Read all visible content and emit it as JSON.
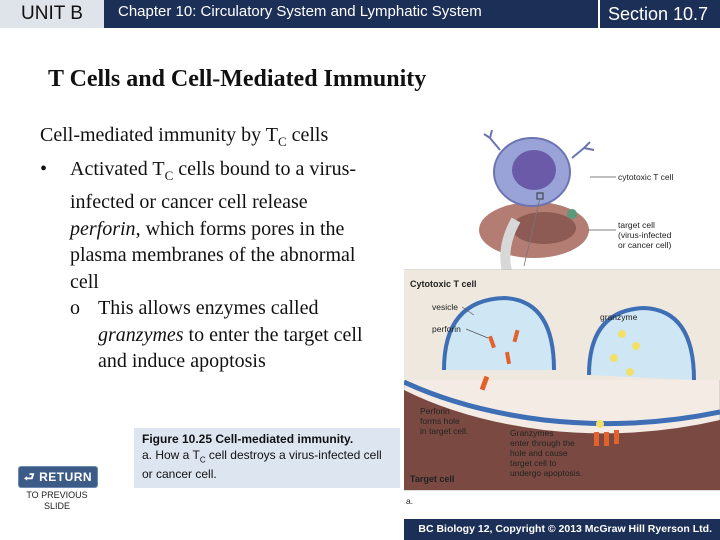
{
  "header": {
    "unit": "UNIT B",
    "chapter": "Chapter 10: Circulatory System and Lymphatic System",
    "section": "Section 10.7"
  },
  "slide": {
    "title": "T Cells and Cell-Mediated Immunity",
    "lead": {
      "text": "Cell-mediated immunity by T",
      "sub": "C",
      "after": " cells"
    },
    "bullet1": {
      "marker": "•",
      "pre": "Activated T",
      "sub": "C",
      "mid": " cells bound to a virus-infected or cancer cell release ",
      "italic": "perforin",
      "post": ", which forms pores in the plasma membranes of the abnormal cell"
    },
    "bullet2": {
      "marker": "o",
      "pre": "This allows enzymes called ",
      "italic": "granzymes",
      "post": " to enter the target cell and induce apoptosis"
    }
  },
  "caption": {
    "bold": "Figure 10.25 Cell-mediated immunity.",
    "line_pre": "a. How a T",
    "line_sub": "C",
    "line_post": " cell destroys a virus-infected cell or cancer cell."
  },
  "nav": {
    "return_label": "RETURN",
    "return_sub": "TO PREVIOUS SLIDE"
  },
  "figure": {
    "label_cytotoxic_top": "cytotoxic T cell",
    "label_target_1": "target cell",
    "label_target_2": "(virus-infected",
    "label_target_3": "or cancer cell)",
    "label_cytotoxic_box": "Cytotoxic T cell",
    "label_vesicle": "vesicle",
    "label_perforin": "perforin",
    "label_granzyme": "granzyme",
    "label_perforin_note_1": "Perforin",
    "label_perforin_note_2": "forms hole",
    "label_perforin_note_3": "in target cell.",
    "label_granzyme_note_1": "Granzymes",
    "label_granzyme_note_2": "enter through the",
    "label_granzyme_note_3": "hole and cause",
    "label_granzyme_note_4": "target cell to",
    "label_granzyme_note_5": "undergo apoptosis.",
    "label_target_bottom": "Target cell",
    "panel_letter": "a."
  },
  "footer": {
    "credit": "BC Biology 12, Copyright © 2013 McGraw Hill Ryerson Ltd."
  }
}
